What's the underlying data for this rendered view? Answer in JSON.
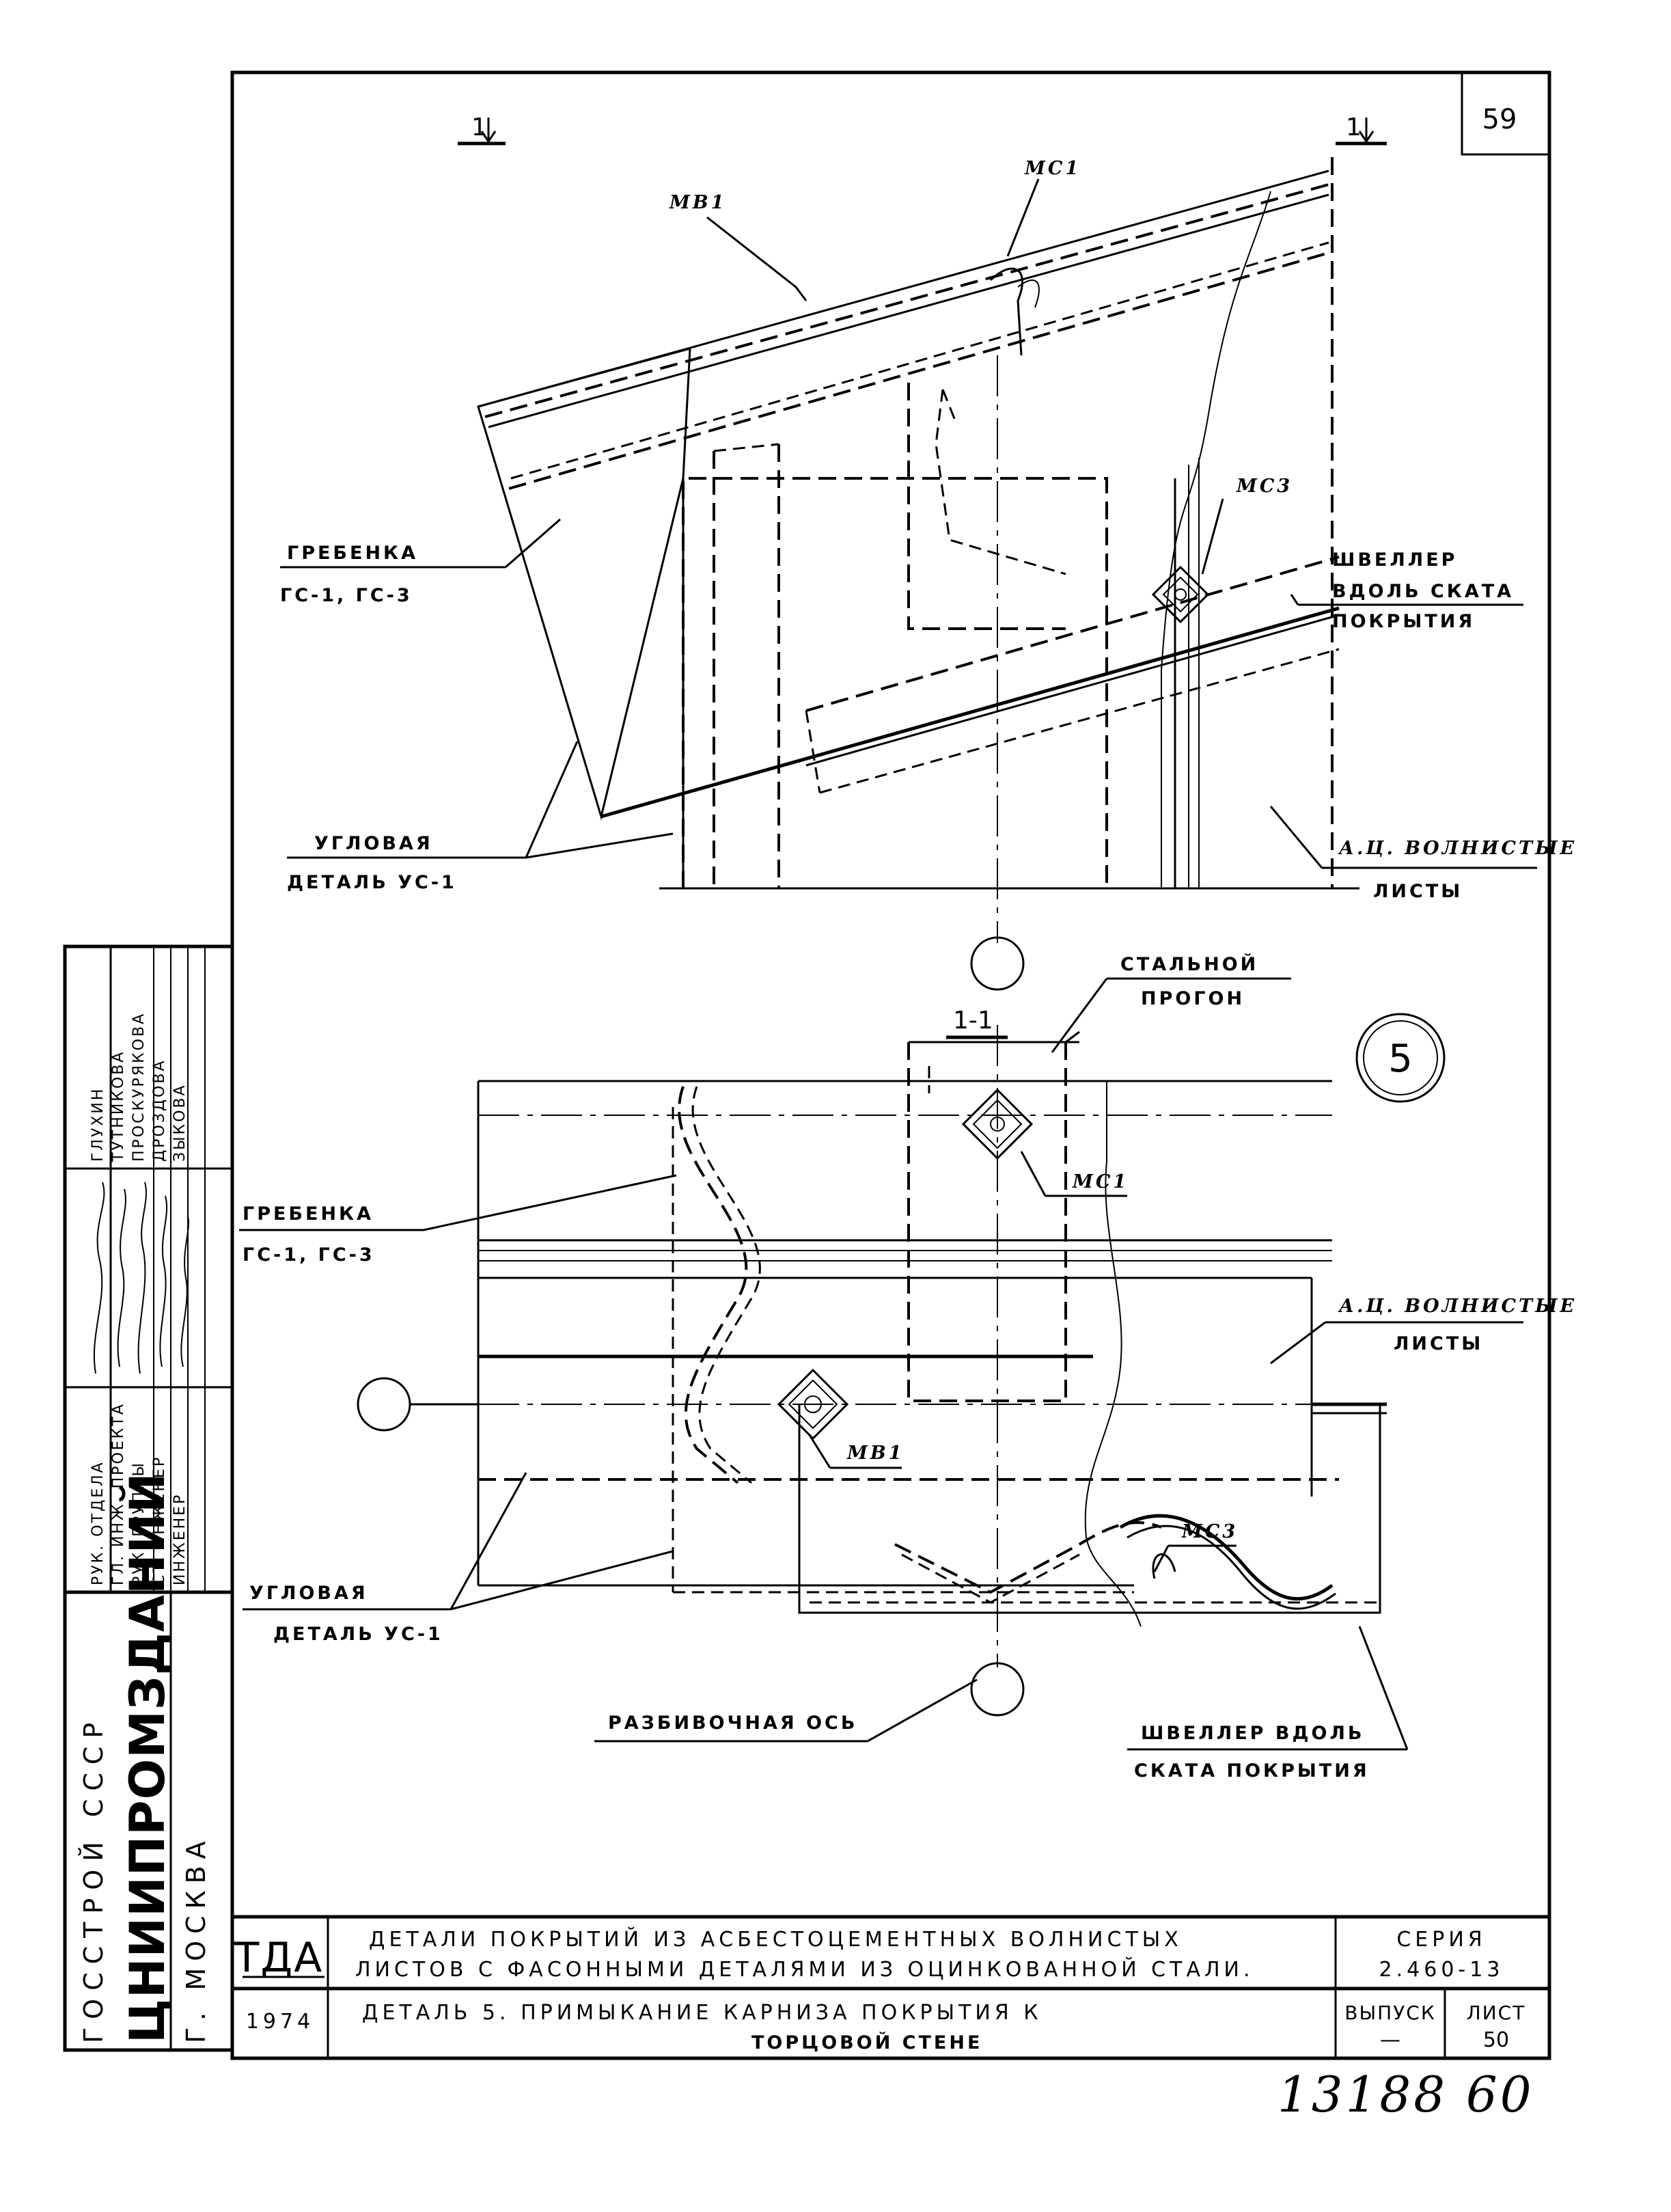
{
  "sheet_number": "59",
  "section_marks": {
    "left": "1",
    "right": "1",
    "section_title": "1-1"
  },
  "upper_view": {
    "mv1": "МВ1",
    "ms1": "МС1",
    "ms3": "МС3",
    "grebenka_title": "ГРЕБЕНКА",
    "grebenka_codes": "ГС-1, ГС-3",
    "shveller_l1": "ШВЕЛЛЕР",
    "shveller_l2": "ВДОЛЬ СКАТА",
    "shveller_l3": "ПОКРЫТИЯ",
    "uglovaya_l1": "УГЛОВАЯ",
    "uglovaya_l2": "ДЕТАЛЬ УС-1",
    "ats_l1": "А.Ц. ВОЛНИСТЫЕ",
    "ats_l2": "ЛИСТЫ"
  },
  "lower_view": {
    "stalnoy_l1": "СТАЛЬНОЙ",
    "stalnoy_l2": "ПРОГОН",
    "detail_number": "5",
    "ms1": "МС1",
    "mv1": "МВ1",
    "ms3": "МС3",
    "grebenka_title": "ГРЕБЕНКА",
    "grebenka_codes": "ГС-1, ГС-3",
    "ats_l1": "А.Ц. ВОЛНИСТЫЕ",
    "ats_l2": "ЛИСТЫ",
    "uglovaya_l1": "УГЛОВАЯ",
    "uglovaya_l2": "ДЕТАЛЬ УС-1",
    "razbivochnaya": "РАЗБИВОЧНАЯ ОСЬ",
    "shveller_l1": "ШВЕЛЛЕР ВДОЛЬ",
    "shveller_l2": "СКАТА ПОКРЫТИЯ"
  },
  "stamp": {
    "roles": [
      "РУК. ОТДЕЛА",
      "ГЛ. ИНЖ. ПРОЕКТА",
      "РУК. ГРУППЫ",
      "СТ. ИНЖЕНЕР",
      "ИНЖЕНЕР"
    ],
    "names": [
      "ГЛУХИН",
      "ТУТНИКОВА",
      "ПРОСКУРЯКОВА",
      "ДРОЗДОВА",
      "ЗЫКОВА"
    ],
    "org_l1": "ГОССТРОЙ   СССР",
    "org_l2": "ЦНИИПРОМЗДАНИЙ",
    "org_l3": "Г. МОСКВА"
  },
  "title_block": {
    "logo": "ТДА",
    "title_l1": "ДЕТАЛИ  ПОКРЫТИЙ  ИЗ  АСБЕСТОЦЕМЕНТНЫХ  ВОЛНИСТЫХ",
    "title_l2": "ЛИСТОВ  С ФАСОННЫМИ  ДЕТАЛЯМИ  ИЗ  ОЦИНКОВАННОЙ  СТАЛИ.",
    "series_label": "СЕРИЯ",
    "series_value": "2.460-13",
    "year": "1974",
    "detail_l1": "ДЕТАЛЬ 5.  ПРИМЫКАНИЕ  КАРНИЗА  ПОКРЫТИЯ  К",
    "detail_l2": "ТОРЦОВОЙ СТЕНЕ",
    "issue_label": "ВЫПУСК",
    "issue_value": "—",
    "sheet_label": "ЛИСТ",
    "sheet_value": "50"
  },
  "inventory_number": "13188  60"
}
